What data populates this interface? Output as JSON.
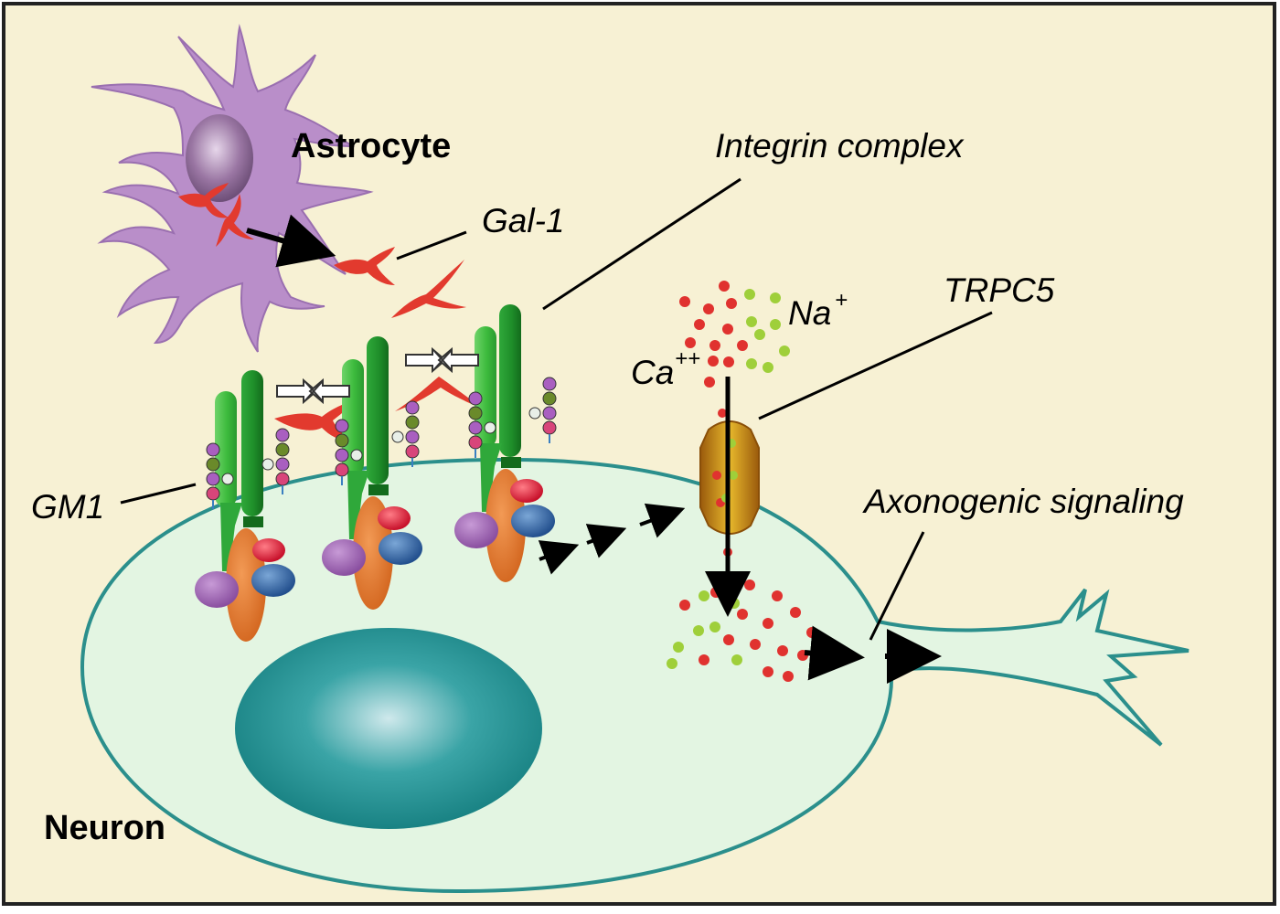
{
  "labels": {
    "astrocyte": "Astrocyte",
    "neuron": "Neuron",
    "gal1": "Gal-1",
    "integrin_complex": "Integrin complex",
    "gm1": "GM1",
    "trpc5": "TRPC5",
    "na": "Na",
    "na_sup": "+",
    "ca": "Ca",
    "ca_sup": "++",
    "axonogenic": "Axonogenic signaling"
  },
  "colors": {
    "background": "#f7f1d4",
    "frame": "#222222",
    "neuron_fill": "#e3f5e2",
    "neuron_stroke": "#2b8f8c",
    "nucleus": "#1e8f8f",
    "astrocyte": "#b98ec9",
    "gal1": "#e23a2e",
    "integrin_light": "#3dbb3d",
    "integrin_dark": "#1f8f2a",
    "channel": "#b86f12",
    "ca_ion": "#e0322f",
    "na_ion": "#9fcf3a"
  },
  "icons": {
    "blocked_arrows": "opposing-arrows-with-x-icon",
    "flow_arrow": "black-arrow-icon"
  }
}
